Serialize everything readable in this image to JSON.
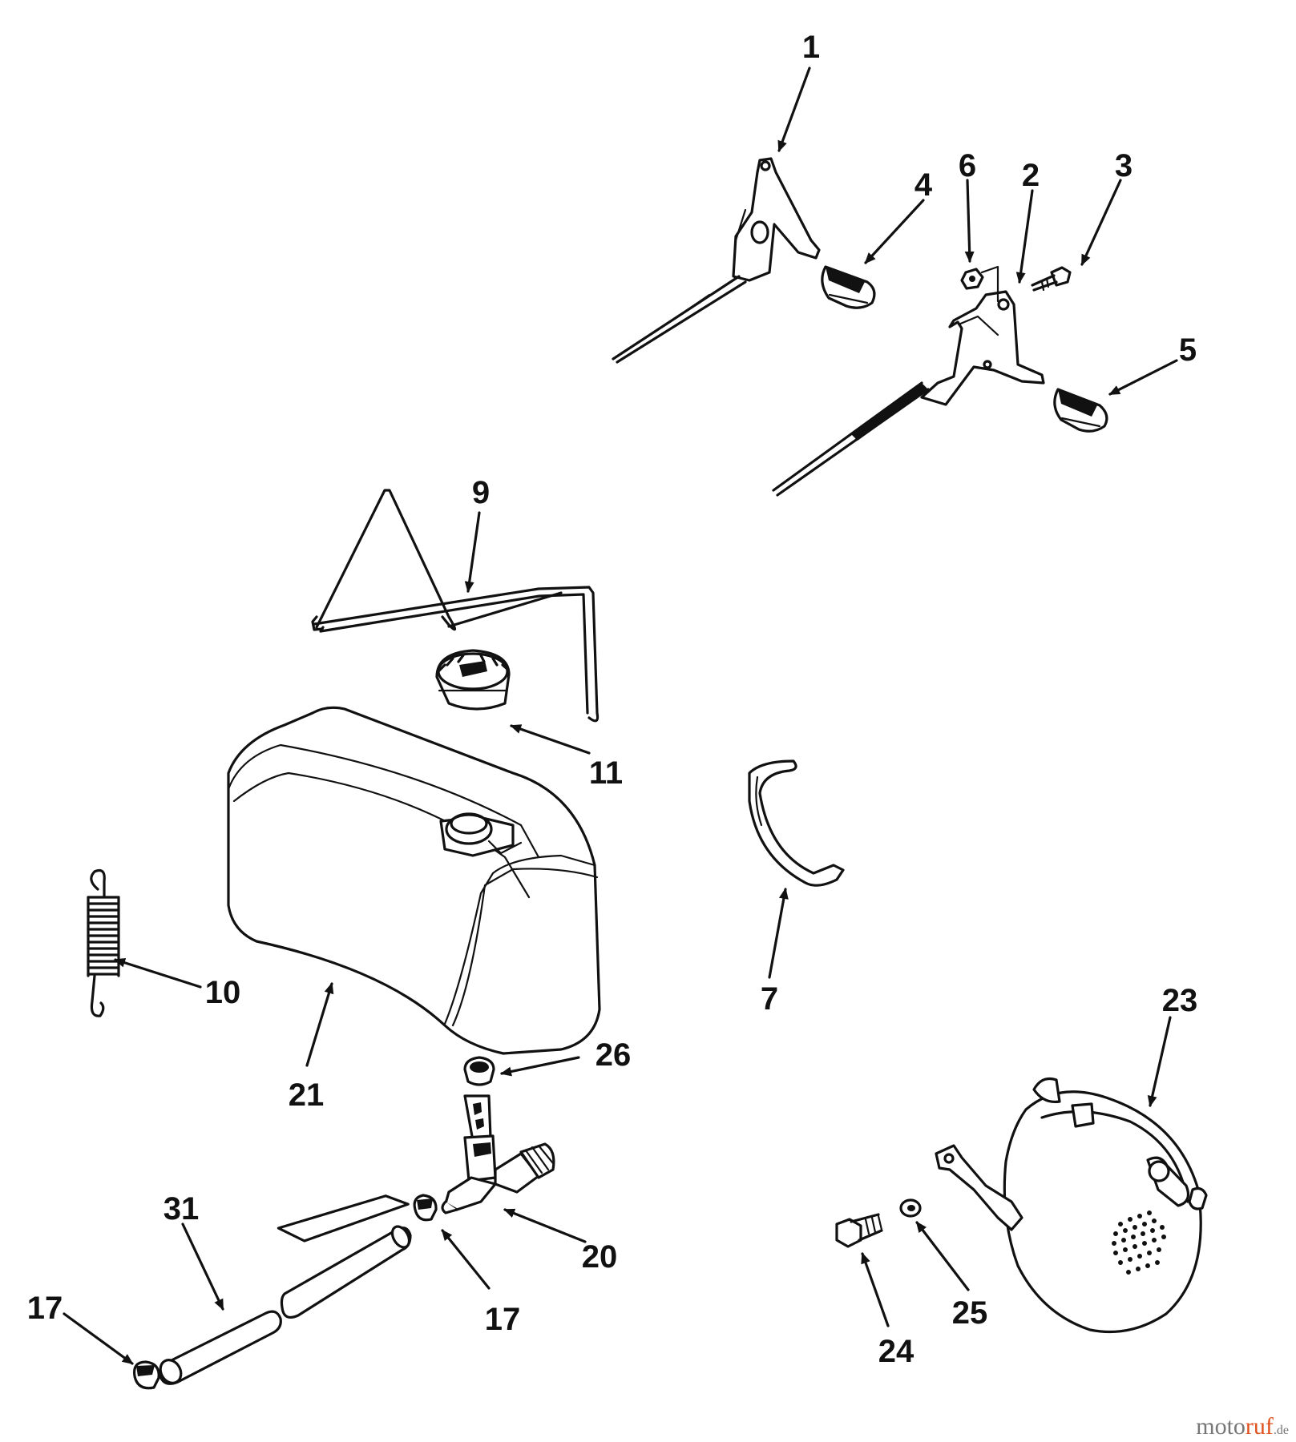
{
  "labels": {
    "l1": "1",
    "l2": "2",
    "l3": "3",
    "l4": "4",
    "l5": "5",
    "l6": "6",
    "l7": "7",
    "l9": "9",
    "l10": "10",
    "l11": "11",
    "l17a": "17",
    "l17b": "17",
    "l20": "20",
    "l21": "21",
    "l23": "23",
    "l24": "24",
    "l25": "25",
    "l26": "26",
    "l31": "31"
  },
  "watermark": {
    "a": "moto",
    "b": "ruf",
    "c": ".de"
  },
  "colors": {
    "ink": "#111111",
    "accent": "#e0521f",
    "grey": "#777777"
  }
}
